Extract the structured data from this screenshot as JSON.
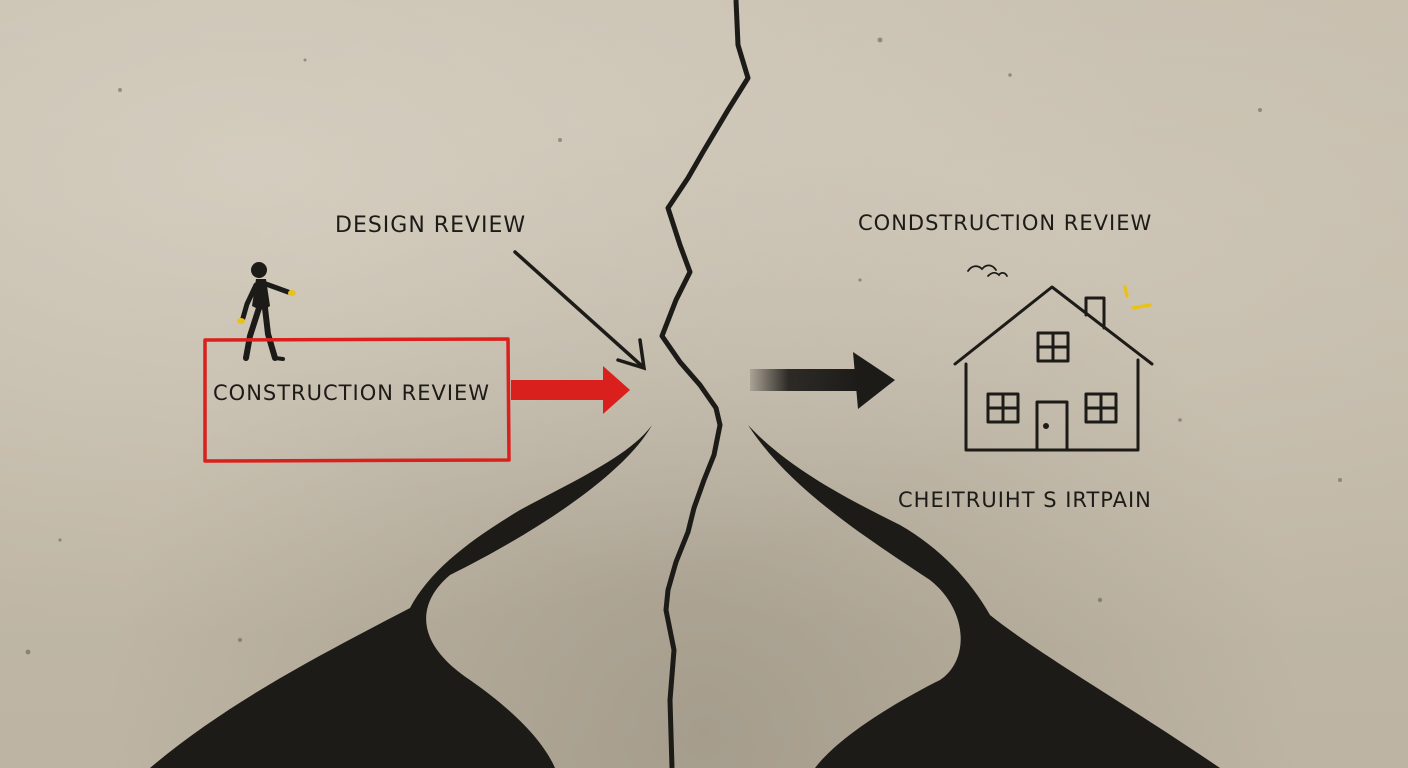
{
  "labels": {
    "design_review": "DESIGN REVIEW",
    "construction_review_left": "CONSTRUCTION REVIEW",
    "construction_review_right": "CONDSTRUCTION REVIEW",
    "garbled_caption": "CHEITRUIHT S IRTPAIN"
  },
  "colors": {
    "background": "#c2b9a8",
    "ink": "#1d1b18",
    "accent_red": "#d9201c",
    "accent_yellow": "#e8c21a"
  },
  "icons": [
    "walking-person-icon",
    "house-icon",
    "birds-icon",
    "sparkle-icon"
  ]
}
